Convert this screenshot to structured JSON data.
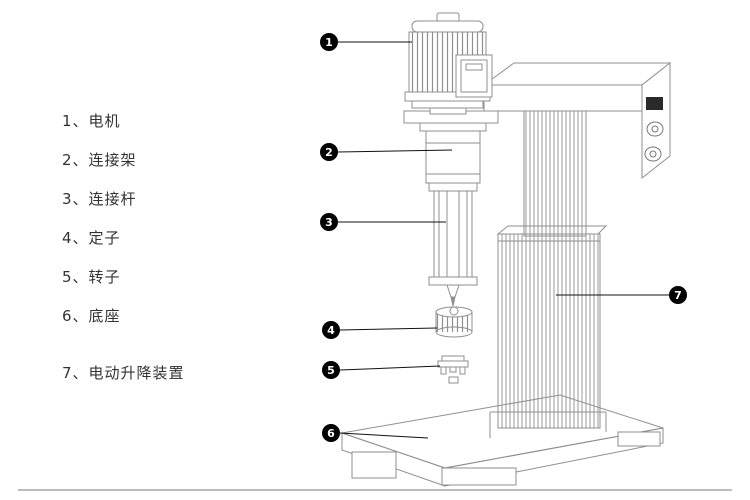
{
  "legend": {
    "items": [
      {
        "label": "1、电机"
      },
      {
        "label": "2、连接架"
      },
      {
        "label": "3、连接杆"
      },
      {
        "label": "4、定子"
      },
      {
        "label": "5、转子"
      },
      {
        "label": "6、底座"
      },
      {
        "label": "7、电动升降装置"
      }
    ]
  },
  "callouts": [
    {
      "num": "1"
    },
    {
      "num": "2"
    },
    {
      "num": "3"
    },
    {
      "num": "4"
    },
    {
      "num": "5"
    },
    {
      "num": "6"
    },
    {
      "num": "7"
    }
  ],
  "colors": {
    "line": "#8f8f8f",
    "callout_bg": "#000000",
    "callout_text": "#ffffff",
    "text": "#333333"
  }
}
